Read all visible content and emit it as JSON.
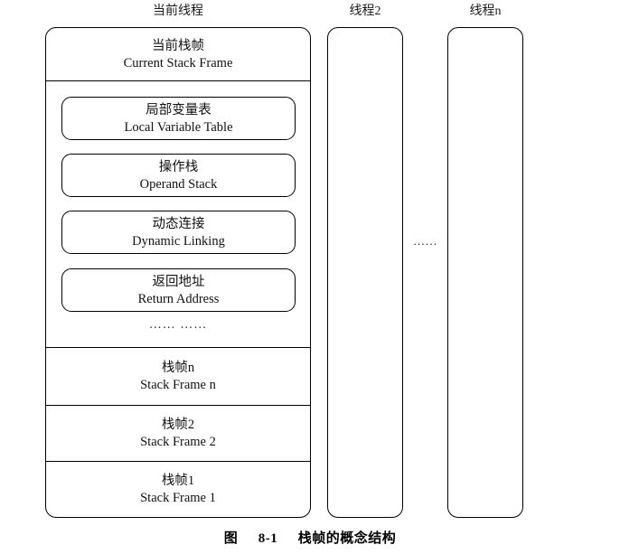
{
  "figure": {
    "caption_prefix": "图",
    "caption_number": "8-1",
    "caption_title": "栈帧的概念结构"
  },
  "columns": {
    "current": {
      "label": "当前线程",
      "current_frame": {
        "cn": "当前栈帧",
        "en": "Current Stack Frame"
      },
      "parts": [
        {
          "cn": "局部变量表",
          "en": "Local Variable Table"
        },
        {
          "cn": "操作栈",
          "en": "Operand Stack"
        },
        {
          "cn": "动态连接",
          "en": "Dynamic Linking"
        },
        {
          "cn": "返回地址",
          "en": "Return Address"
        }
      ],
      "parts_ellipsis": "…… ……",
      "stack_frames": [
        {
          "cn": "栈帧n",
          "en": "Stack Frame n"
        },
        {
          "cn": "栈帧2",
          "en": "Stack Frame 2"
        },
        {
          "cn": "栈帧1",
          "en": "Stack Frame 1"
        }
      ]
    },
    "thread2": {
      "label": "线程2"
    },
    "threadn": {
      "label": "线程n"
    },
    "gap_ellipsis": "……"
  },
  "colors": {
    "stroke": "#000000",
    "background": "#ffffff",
    "text": "#111111"
  }
}
